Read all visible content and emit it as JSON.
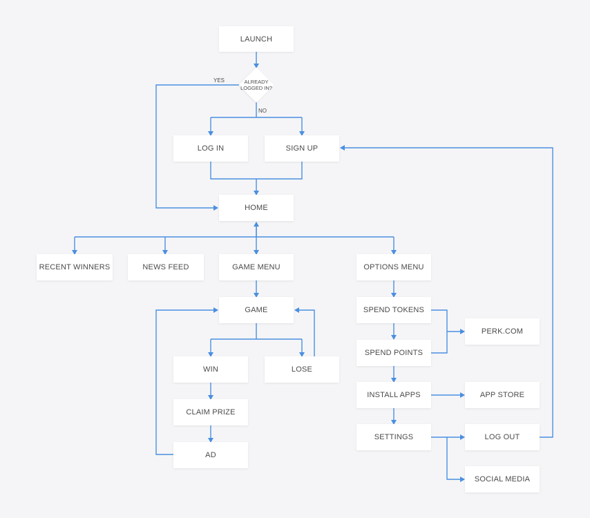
{
  "colors": {
    "background": "#f5f5f7",
    "node_fill": "#ffffff",
    "text": "#4a4a4a",
    "connector": "#4a8fe0"
  },
  "decision": {
    "line1": "ALREADY",
    "line2": "LOGGED IN?",
    "yes_label": "YES",
    "no_label": "NO"
  },
  "nodes": {
    "launch": "LAUNCH",
    "log_in": "LOG IN",
    "sign_up": "SIGN UP",
    "home": "HOME",
    "recent_winners": "RECENT WINNERS",
    "news_feed": "NEWS FEED",
    "game_menu": "GAME MENU",
    "options_menu": "OPTIONS MENU",
    "game": "GAME",
    "win": "WIN",
    "lose": "LOSE",
    "claim_prize": "CLAIM PRIZE",
    "ad": "AD",
    "spend_tokens": "SPEND TOKENS",
    "spend_points": "SPEND POINTS",
    "perk_com": "PERK.COM",
    "install_apps": "INSTALL APPS",
    "app_store": "APP STORE",
    "settings": "SETTINGS",
    "log_out": "LOG OUT",
    "social_media": "SOCIAL MEDIA"
  }
}
